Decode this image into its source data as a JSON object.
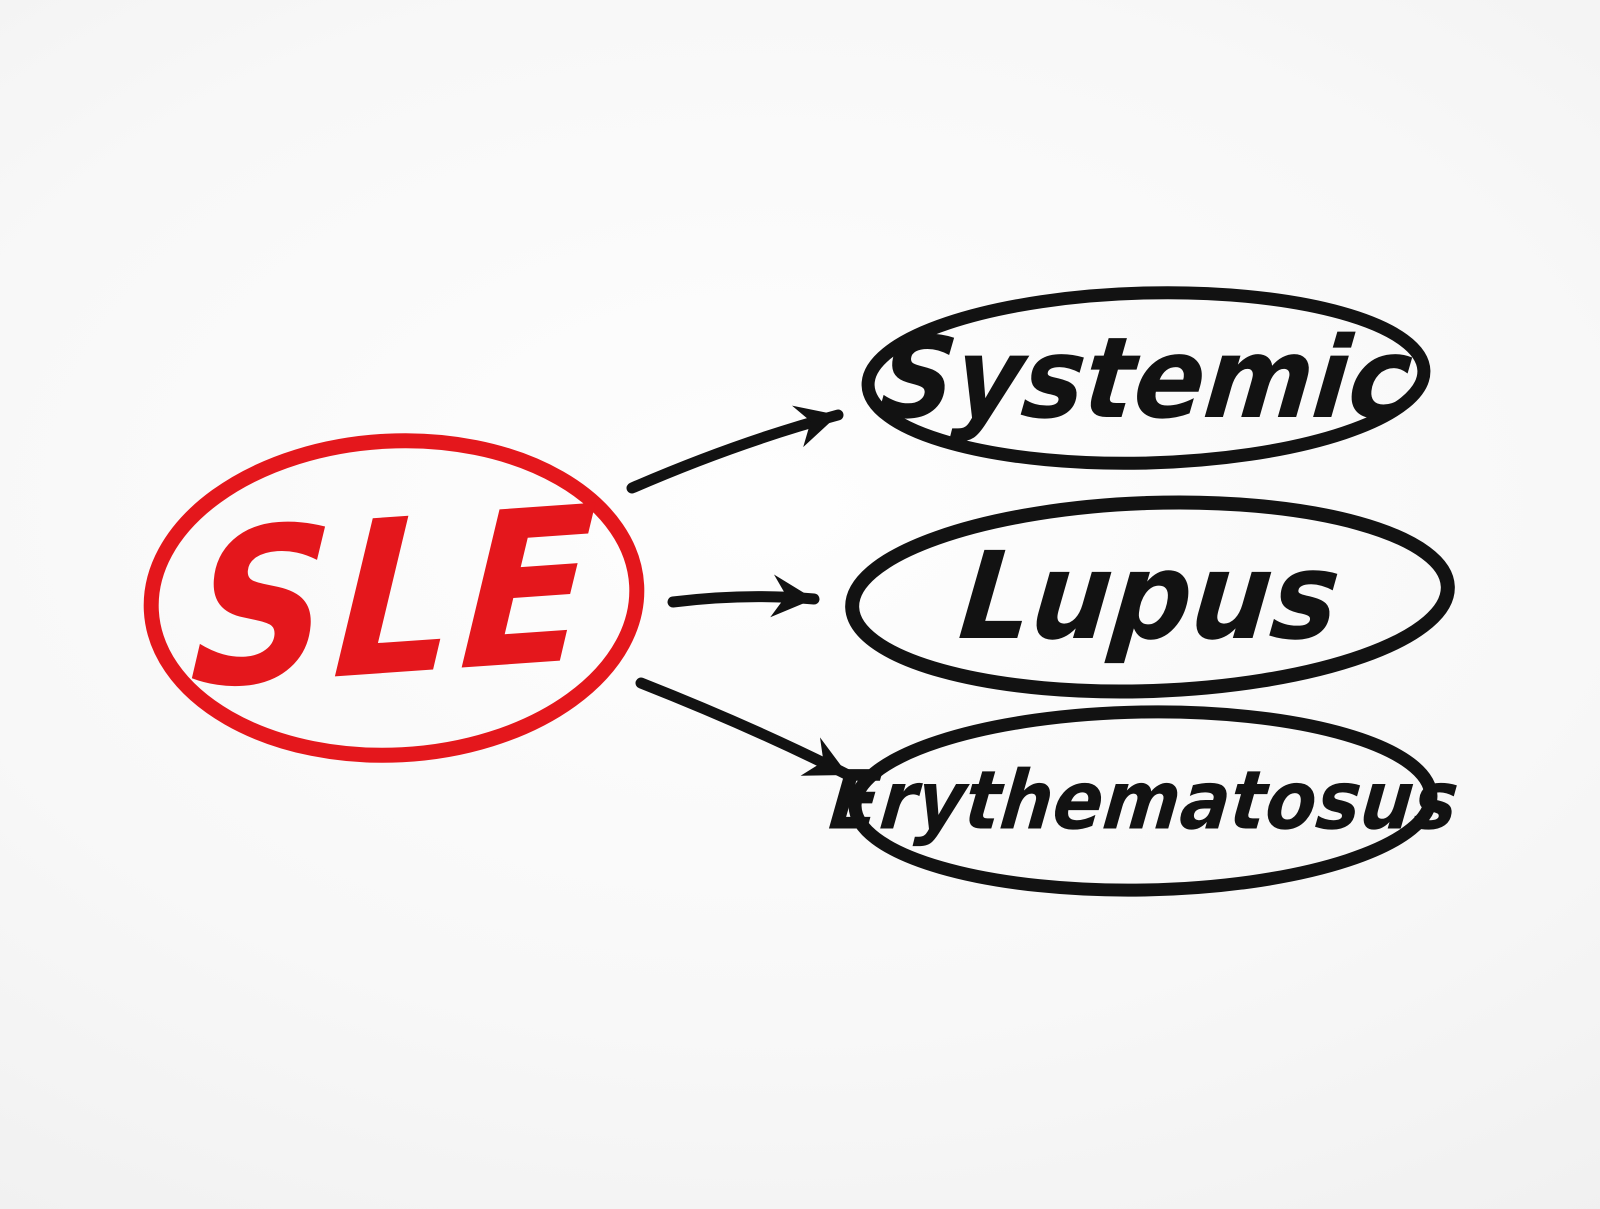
{
  "diagram": {
    "type": "acronym-mindmap",
    "topic": "SLE acronym expansion",
    "acronym": {
      "label": "SLE"
    },
    "terms": [
      {
        "label": "Systemic"
      },
      {
        "label": "Lupus"
      },
      {
        "label": "Erythematosus"
      }
    ],
    "colors": {
      "accent_red": "#e4171c",
      "ink": "#121212",
      "background_center": "#fefefe",
      "background_edge": "#e9e9e9"
    }
  }
}
